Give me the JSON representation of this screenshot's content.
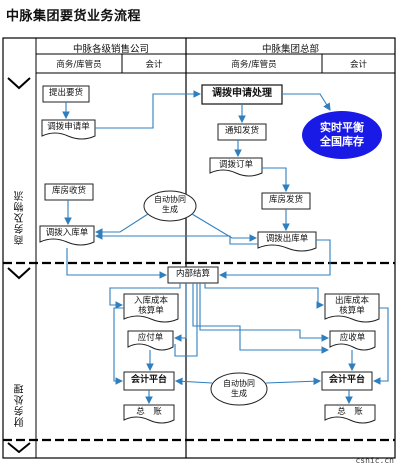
{
  "title": "中脉集团要货业务流程",
  "columns": {
    "left_group": "中脉各级销售公司",
    "right_group": "中脉集团总部",
    "left_sub": [
      "商务/库管员",
      "会计"
    ],
    "right_sub": [
      "商务/库管员",
      "会计"
    ]
  },
  "lanes": {
    "logistics": "商务及物流",
    "finance": "财务处理"
  },
  "nodes": {
    "submit_request": "提出要货",
    "transfer_request_form": "调拨申请单",
    "transfer_request_process": "调拨申请处理",
    "realtime_inventory": [
      "实时平衡",
      "全国库存"
    ],
    "notify_shipping": "通知发货",
    "transfer_order": "调拨订单",
    "warehouse_shipping": "库房发货",
    "warehouse_receiving": "库房收货",
    "auto_collab_top": [
      "自动协同",
      "生成"
    ],
    "transfer_in_form": "调拨入库单",
    "transfer_out_form": "调拨出库单",
    "internal_settlement": "内部结算",
    "in_cost_form": [
      "入库成本",
      "核算单"
    ],
    "out_cost_form": [
      "出库成本",
      "核算单"
    ],
    "payable_form": "应付单",
    "receivable_form": "应收单",
    "accounting_left": "会计平台",
    "accounting_right": "会计平台",
    "auto_collab_bottom": [
      "自动协同",
      "生成"
    ],
    "ledger_left": "总　账",
    "ledger_right": "总　账"
  },
  "watermark": "csnic.cn",
  "colors": {
    "flow_line": "#2f7fbf",
    "realtime_node": "#1a1ae6",
    "frame": "#000000"
  }
}
